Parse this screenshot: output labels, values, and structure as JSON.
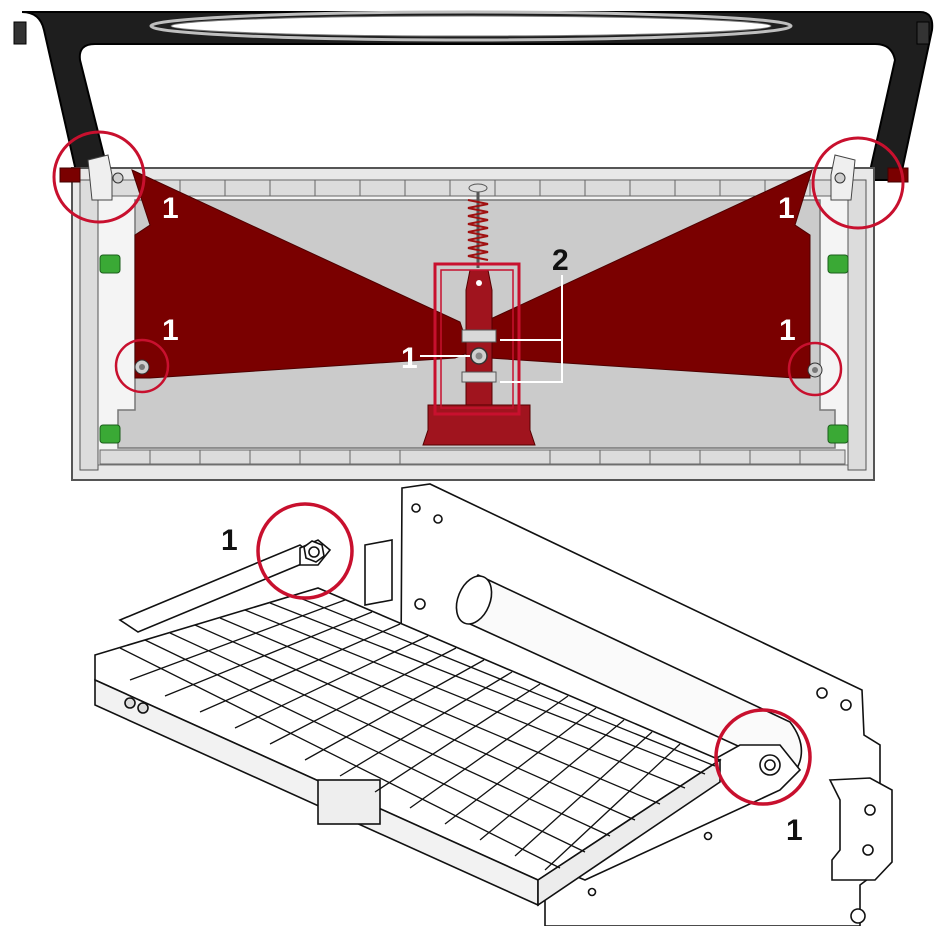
{
  "diagram": {
    "callouts": {
      "top_left_upper": "1",
      "top_right_upper": "1",
      "top_left_lower": "1",
      "top_right_lower": "1",
      "top_center": "1",
      "top_spring": "2",
      "bottom_left": "1",
      "bottom_right": "1"
    }
  },
  "colors": {
    "highlight_red": "#c8102e",
    "panel_red": "#7a0000",
    "panel_gray": "#c9c9c9",
    "frame_dark": "#1a1a1a",
    "knob_green": "#3aa935"
  }
}
